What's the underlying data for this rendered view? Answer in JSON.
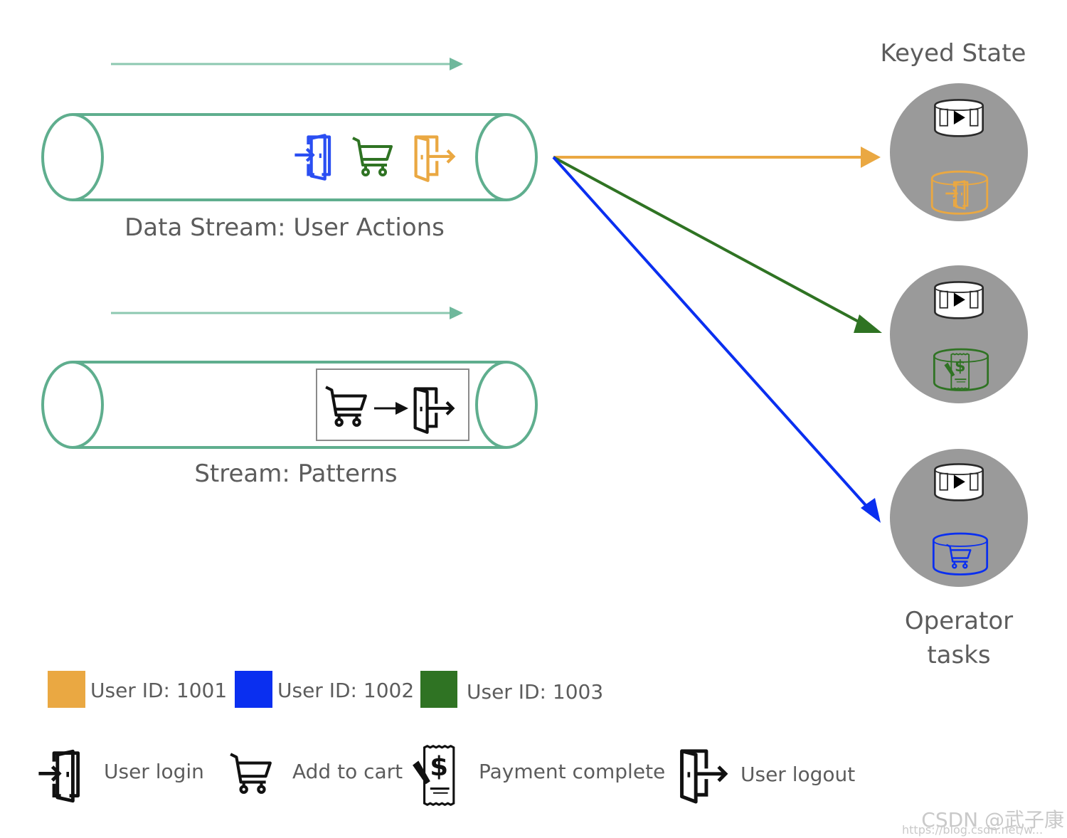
{
  "colors": {
    "stream": "#5fae8e",
    "user_1001": "#eaa842",
    "user_1002": "#0a2ff0",
    "user_1003": "#2f7323",
    "operator_fill": "#9a9a9a",
    "icon_dark": "#1a1a1a",
    "text": "#5c5c5c"
  },
  "streams": [
    {
      "label": "Data Stream: User Actions",
      "events": [
        {
          "icon": "user-login-icon",
          "user": "1002"
        },
        {
          "icon": "add-to-cart-icon",
          "user": "1003"
        },
        {
          "icon": "user-logout-icon",
          "user": "1001"
        }
      ]
    },
    {
      "label": "Stream: Patterns",
      "pattern": [
        "add-to-cart-icon",
        "arrow-right-icon",
        "user-logout-icon"
      ]
    }
  ],
  "keyed_state": {
    "title": "Keyed State",
    "operator_label_line1": "Operator",
    "operator_label_line2": "tasks",
    "tasks": [
      {
        "user": "1001",
        "state_icon": "user-login-icon"
      },
      {
        "user": "1003",
        "state_icon": "payment-complete-icon"
      },
      {
        "user": "1002",
        "state_icon": "add-to-cart-icon"
      }
    ]
  },
  "legend": {
    "users": [
      {
        "label": "User ID: 1001",
        "color": "#eaa842"
      },
      {
        "label": "User ID: 1002",
        "color": "#0a2ff0"
      },
      {
        "label": "User ID: 1003",
        "color": "#2f7323"
      }
    ],
    "actions": [
      {
        "label": "User login",
        "icon": "user-login-icon"
      },
      {
        "label": "Add to cart",
        "icon": "add-to-cart-icon"
      },
      {
        "label": "Payment complete",
        "icon": "payment-complete-icon"
      },
      {
        "label": "User logout",
        "icon": "user-logout-icon"
      }
    ]
  },
  "watermark": {
    "main": "CSDN @武子康",
    "url": "https://blog.csdn.net/w..."
  }
}
